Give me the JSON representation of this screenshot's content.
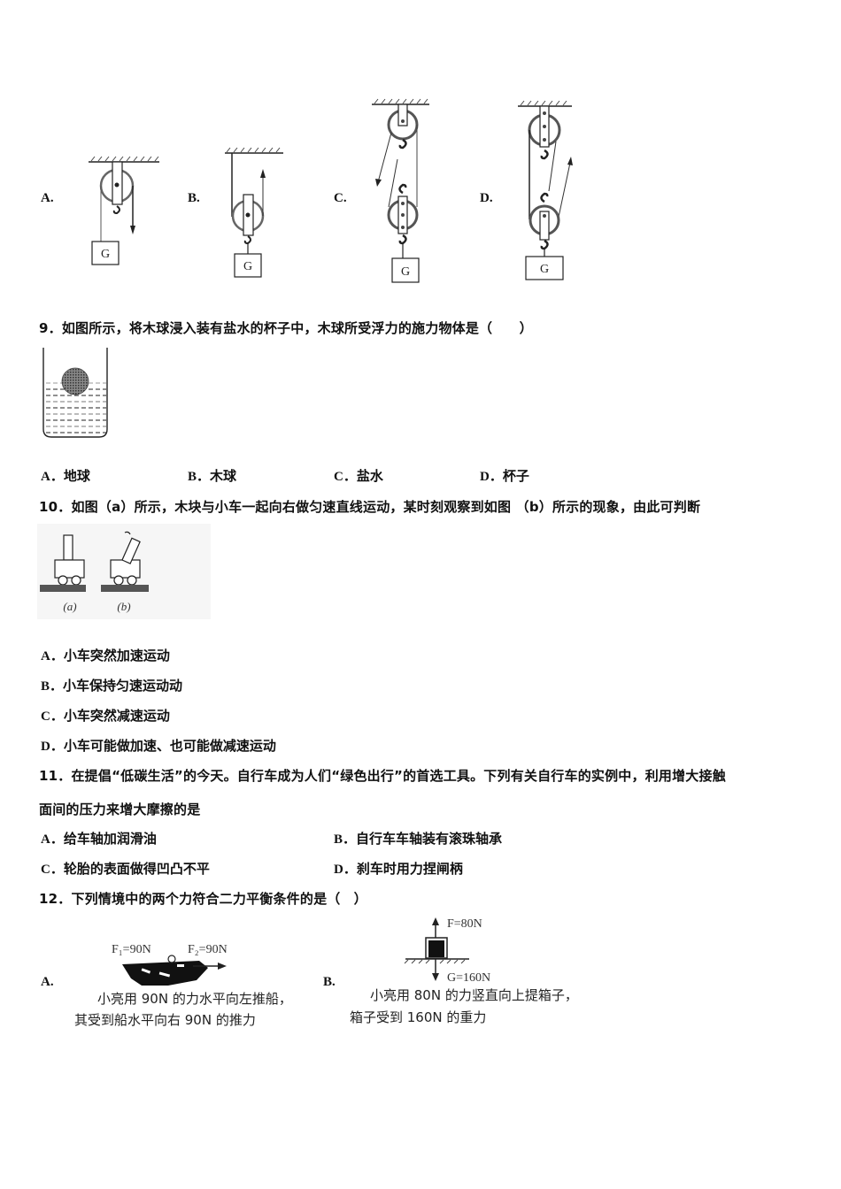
{
  "q8": {
    "options": [
      {
        "label": "A.",
        "box": "G"
      },
      {
        "label": "B.",
        "box": "G"
      },
      {
        "label": "C.",
        "box": "G"
      },
      {
        "label": "D.",
        "box": "G"
      }
    ]
  },
  "q9": {
    "stem": "9．如图所示，将木球浸入装有盐水的杯子中，木球所受浮力的施力物体是（　　）",
    "options": [
      {
        "label": "A．",
        "text": "地球"
      },
      {
        "label": "B．",
        "text": "木球"
      },
      {
        "label": "C．",
        "text": "盐水"
      },
      {
        "label": "D．",
        "text": "杯子"
      }
    ]
  },
  "q10": {
    "stem": "10．如图（a）所示，木块与小车一起向右做匀速直线运动，某时刻观察到如图 （b）所示的现象，由此可判断",
    "figure_labels": [
      "(a)",
      "(b)"
    ],
    "options": [
      {
        "label": "A．",
        "text": "小车突然加速运动"
      },
      {
        "label": "B．",
        "text": "小车保持匀速运动动"
      },
      {
        "label": "C．",
        "text": "小车突然减速运动"
      },
      {
        "label": "D．",
        "text": "小车可能做加速、也可能做减速运动"
      }
    ]
  },
  "q11": {
    "stem_line1": "11．在提倡“低碳生活”的今天。自行车成为人们“绿色出行”的首选工具。下列有关自行车的实例中，利用增大接触",
    "stem_line2": "面间的压力来增大摩擦的是",
    "options": [
      {
        "label": "A．",
        "text": "给车轴加润滑油"
      },
      {
        "label": "B．",
        "text": "自行车车轴装有滚珠轴承"
      },
      {
        "label": "C．",
        "text": "轮胎的表面做得凹凸不平"
      },
      {
        "label": "D．",
        "text": "刹车时用力捏闸柄"
      }
    ]
  },
  "q12": {
    "stem": "12．下列情境中的两个力符合二力平衡条件的是（　）",
    "options": [
      {
        "label": "A.",
        "f1": "F₁=90N",
        "f2": "F₂=90N",
        "caption_line1": "小亮用 90N 的力水平向左推船，",
        "caption_line2": "其受到船水平向右 90N 的推力"
      },
      {
        "label": "B.",
        "f_up": "F=80N",
        "g_down": "G=160N",
        "caption_line1": "小亮用 80N 的力竖直向上提箱子，",
        "caption_line2": "箱子受到 160N 的重力"
      }
    ]
  }
}
